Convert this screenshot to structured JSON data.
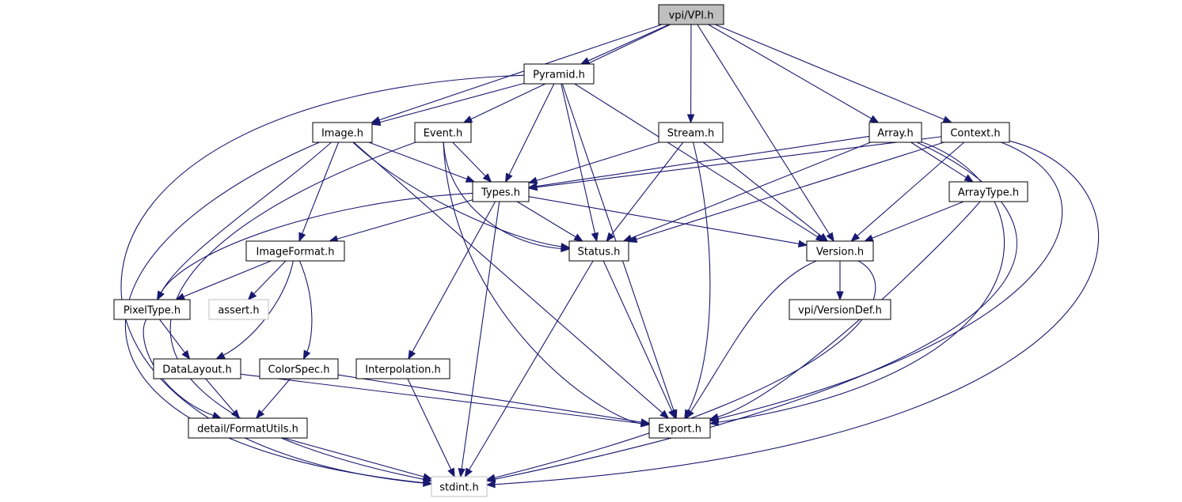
{
  "diagram": {
    "type": "include-dependency-graph",
    "colors": {
      "edge": "#191970",
      "root_fill": "#bfbfbf",
      "node_fill": "#ffffff",
      "node_border": "#000000",
      "external_border": "#bfbfbf"
    },
    "nodes": [
      {
        "id": "vpi_h",
        "label": "vpi/VPI.h",
        "kind": "root"
      },
      {
        "id": "pyramid",
        "label": "Pyramid.h",
        "kind": "internal"
      },
      {
        "id": "image",
        "label": "Image.h",
        "kind": "internal"
      },
      {
        "id": "event",
        "label": "Event.h",
        "kind": "internal"
      },
      {
        "id": "stream",
        "label": "Stream.h",
        "kind": "internal"
      },
      {
        "id": "array",
        "label": "Array.h",
        "kind": "internal"
      },
      {
        "id": "context",
        "label": "Context.h",
        "kind": "internal"
      },
      {
        "id": "types",
        "label": "Types.h",
        "kind": "internal"
      },
      {
        "id": "arraytype",
        "label": "ArrayType.h",
        "kind": "internal"
      },
      {
        "id": "imageformat",
        "label": "ImageFormat.h",
        "kind": "internal"
      },
      {
        "id": "status",
        "label": "Status.h",
        "kind": "internal"
      },
      {
        "id": "version",
        "label": "Version.h",
        "kind": "internal"
      },
      {
        "id": "pixeltype",
        "label": "PixelType.h",
        "kind": "internal"
      },
      {
        "id": "assert",
        "label": "assert.h",
        "kind": "external"
      },
      {
        "id": "versiondef",
        "label": "vpi/VersionDef.h",
        "kind": "internal"
      },
      {
        "id": "datalayout",
        "label": "DataLayout.h",
        "kind": "internal"
      },
      {
        "id": "colorspec",
        "label": "ColorSpec.h",
        "kind": "internal"
      },
      {
        "id": "interpolation",
        "label": "Interpolation.h",
        "kind": "internal"
      },
      {
        "id": "formatutils",
        "label": "detail/FormatUtils.h",
        "kind": "internal"
      },
      {
        "id": "export",
        "label": "Export.h",
        "kind": "internal"
      },
      {
        "id": "stdint",
        "label": "stdint.h",
        "kind": "external"
      }
    ],
    "edges": [
      [
        "vpi_h",
        "pyramid"
      ],
      [
        "vpi_h",
        "image"
      ],
      [
        "vpi_h",
        "event"
      ],
      [
        "vpi_h",
        "stream"
      ],
      [
        "vpi_h",
        "array"
      ],
      [
        "vpi_h",
        "context"
      ],
      [
        "vpi_h",
        "version"
      ],
      [
        "pyramid",
        "image"
      ],
      [
        "pyramid",
        "types"
      ],
      [
        "pyramid",
        "status"
      ],
      [
        "pyramid",
        "export"
      ],
      [
        "pyramid",
        "version"
      ],
      [
        "pyramid",
        "stdint"
      ],
      [
        "image",
        "types"
      ],
      [
        "image",
        "imageformat"
      ],
      [
        "image",
        "pixeltype"
      ],
      [
        "image",
        "status"
      ],
      [
        "image",
        "export"
      ],
      [
        "image",
        "stdint"
      ],
      [
        "event",
        "types"
      ],
      [
        "event",
        "status"
      ],
      [
        "event",
        "export"
      ],
      [
        "event",
        "stdint"
      ],
      [
        "stream",
        "types"
      ],
      [
        "stream",
        "status"
      ],
      [
        "stream",
        "export"
      ],
      [
        "stream",
        "version"
      ],
      [
        "array",
        "types"
      ],
      [
        "array",
        "arraytype"
      ],
      [
        "array",
        "status"
      ],
      [
        "array",
        "export"
      ],
      [
        "array",
        "stdint"
      ],
      [
        "context",
        "types"
      ],
      [
        "context",
        "status"
      ],
      [
        "context",
        "version"
      ],
      [
        "context",
        "export"
      ],
      [
        "context",
        "stdint"
      ],
      [
        "types",
        "imageformat"
      ],
      [
        "types",
        "status"
      ],
      [
        "types",
        "version"
      ],
      [
        "types",
        "pixeltype"
      ],
      [
        "types",
        "interpolation"
      ],
      [
        "types",
        "stdint"
      ],
      [
        "arraytype",
        "version"
      ],
      [
        "arraytype",
        "export"
      ],
      [
        "imageformat",
        "pixeltype"
      ],
      [
        "imageformat",
        "assert"
      ],
      [
        "imageformat",
        "datalayout"
      ],
      [
        "imageformat",
        "colorspec"
      ],
      [
        "status",
        "export"
      ],
      [
        "status",
        "stdint"
      ],
      [
        "version",
        "versiondef"
      ],
      [
        "version",
        "export"
      ],
      [
        "version",
        "stdint"
      ],
      [
        "pixeltype",
        "datalayout"
      ],
      [
        "pixeltype",
        "formatutils"
      ],
      [
        "datalayout",
        "formatutils"
      ],
      [
        "datalayout",
        "export"
      ],
      [
        "colorspec",
        "formatutils"
      ],
      [
        "colorspec",
        "export"
      ],
      [
        "interpolation",
        "stdint"
      ],
      [
        "formatutils",
        "stdint"
      ]
    ]
  }
}
